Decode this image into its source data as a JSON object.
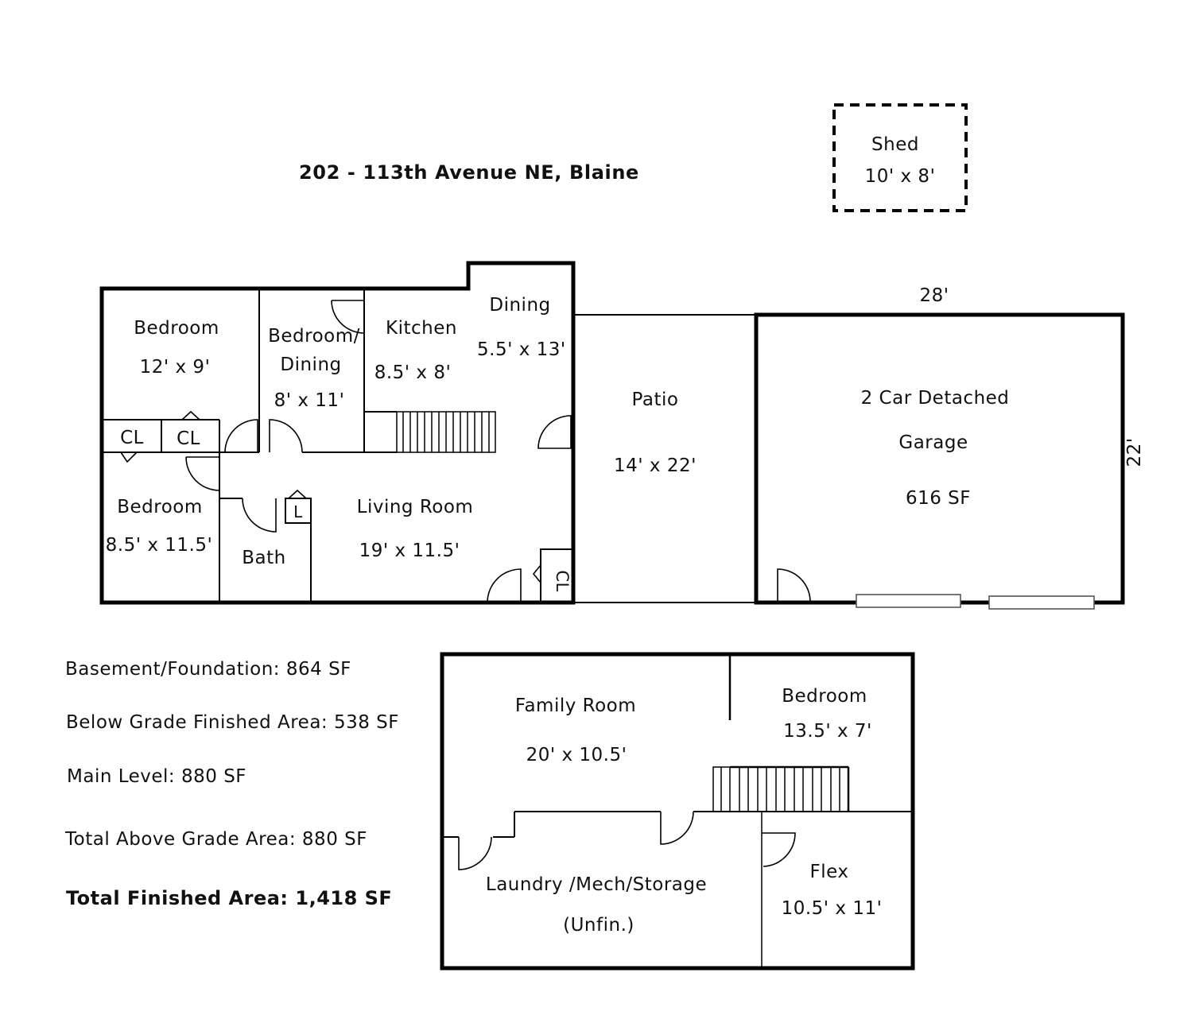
{
  "title": "202 - 113th Avenue NE, Blaine",
  "shed": {
    "name": "Shed",
    "dims": "10' x 8'"
  },
  "main_level": {
    "bedroom_nw": {
      "name": "Bedroom",
      "dims": "12' x 9'"
    },
    "bedroom_dining": {
      "name_line1": "Bedroom/",
      "name_line2": "Dining",
      "dims": "8' x 11'"
    },
    "kitchen": {
      "name": "Kitchen",
      "dims": "8.5' x 8'"
    },
    "dining": {
      "name": "Dining",
      "dims": "5.5' x 13'"
    },
    "closet_1": "CL",
    "closet_2": "CL",
    "bedroom_sw": {
      "name": "Bedroom",
      "dims": "8.5' x 11.5'"
    },
    "bath": {
      "name": "Bath"
    },
    "linen": "L",
    "living_room": {
      "name": "Living Room",
      "dims": "19' x 11.5'"
    },
    "closet_3": "CL"
  },
  "patio": {
    "name": "Patio",
    "dims": "14' x 22'"
  },
  "garage": {
    "name_line1": "2 Car Detached",
    "name_line2": "Garage",
    "area": "616 SF",
    "width": "28'",
    "depth": "22'"
  },
  "lower_level": {
    "family_room": {
      "name": "Family Room",
      "dims": "20' x 10.5'"
    },
    "bedroom": {
      "name": "Bedroom",
      "dims": "13.5' x 7'"
    },
    "laundry": {
      "name": "Laundry /Mech/Storage",
      "note": "(Unfin.)"
    },
    "flex": {
      "name": "Flex",
      "dims": "10.5' x 11'"
    }
  },
  "stats": {
    "basement": "Basement/Foundation: 864 SF",
    "below_grade": "Below Grade Finished Area: 538 SF",
    "main_level": "Main Level: 880 SF",
    "above_grade": "Total Above Grade Area: 880 SF",
    "total_finished": "Total Finished Area: 1,418 SF"
  }
}
